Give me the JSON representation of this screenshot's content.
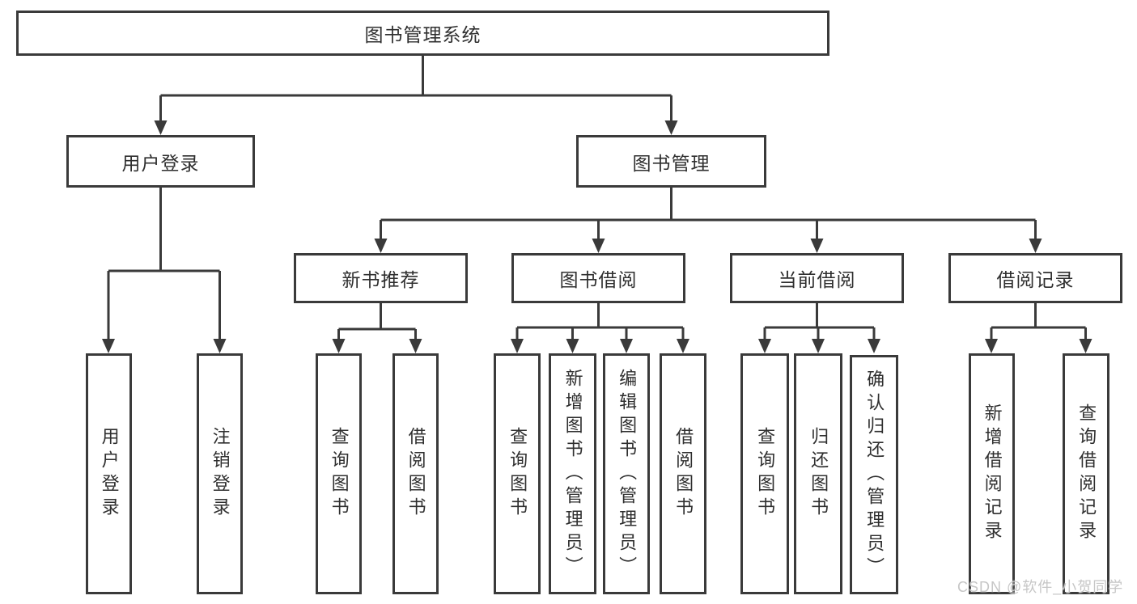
{
  "watermark": "CSDN @软件_小贺同学",
  "nodes": {
    "root": "图书管理系统",
    "user_login": "用户登录",
    "book_mgmt": "图书管理",
    "new_book_rec": "新书推荐",
    "book_borrow": "图书借阅",
    "current_borrow": "当前借阅",
    "borrow_record": "借阅记录",
    "user_login_leaf": "用户登录",
    "logout_leaf": "注销登录",
    "nb_query": "查询图书",
    "nb_borrow": "借阅图书",
    "bb_query": "查询图书",
    "bb_add": "新增图书（管理员）",
    "bb_edit": "编辑图书（管理员）",
    "bb_borrow": "借阅图书",
    "cb_query": "查询图书",
    "cb_return": "归还图书",
    "cb_confirm": "确认归还（管理员）",
    "br_add": "新增借阅记录",
    "br_query": "查询借阅记录"
  }
}
